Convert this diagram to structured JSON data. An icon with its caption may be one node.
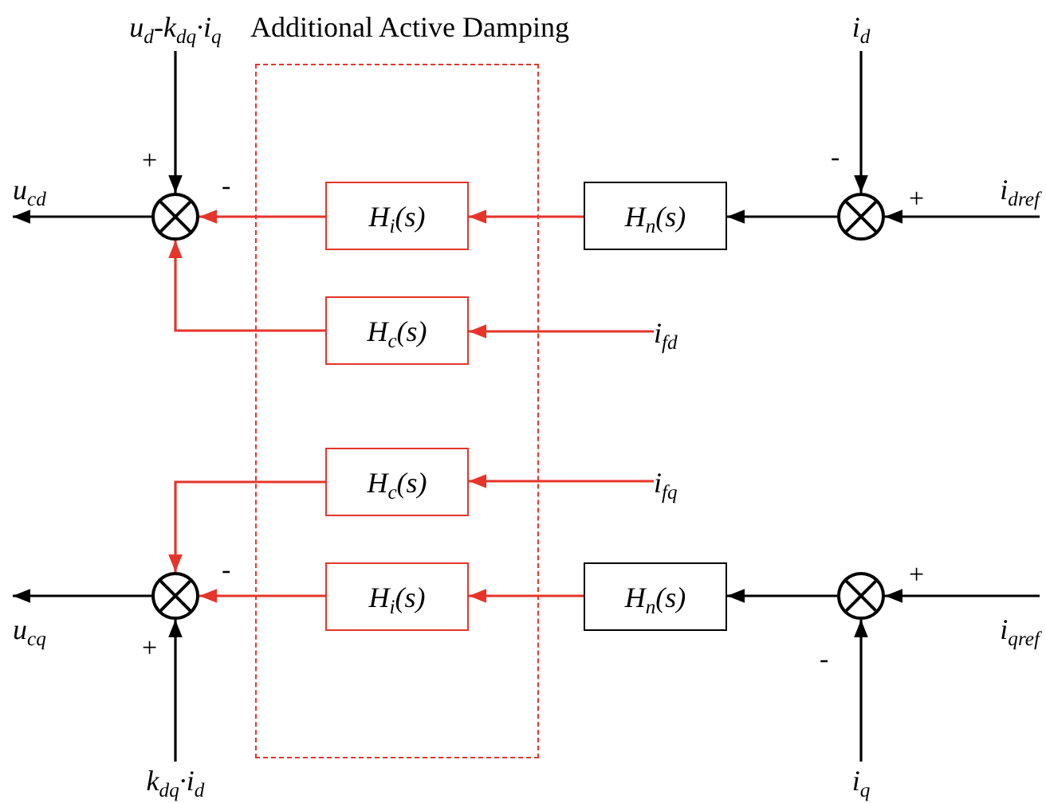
{
  "diagram": {
    "nodes": [
      {
        "text": [
          "Additional Active Damping"
        ]
      },
      {
        "text": [
          "u$_{d}$-k$_{dq}$·i$_{q}$"
        ]
      },
      {
        "text": [
          "i$_{d}$"
        ]
      },
      {
        "text": [],
        "shape": "circle"
      },
      {
        "text": [
          "H$_{i}$(s)"
        ],
        "in": 0
      },
      {
        "text": [
          "H$_{n}$(s)"
        ]
      },
      {
        "text": [],
        "shape": "circle"
      },
      {
        "text": [
          "i$_{dref}$"
        ]
      },
      {
        "text": [
          "u$_{cd}$"
        ]
      },
      {
        "text": [
          "H$_{c}$(s)"
        ],
        "in": 0
      },
      {
        "text": [
          "i$_{fd}$"
        ]
      },
      {
        "text": [
          "H$_{c}$(s)"
        ],
        "in": 0
      },
      {
        "text": [
          "i$_{fq}$"
        ]
      },
      {
        "text": [
          "u$_{cq}$"
        ]
      },
      {
        "text": [],
        "shape": "circle"
      },
      {
        "text": [
          "H$_{i}$(s)"
        ],
        "in": 0
      },
      {
        "text": [
          "H$_{n}$(s)"
        ]
      },
      {
        "text": [],
        "shape": "circle"
      },
      {
        "text": [
          "i$_{qref}$"
        ]
      },
      {
        "text": [
          "k$_{dq}$·i$_{d}$"
        ]
      },
      {
        "text": [
          "i$_{q}$"
        ]
      }
    ],
    "edges": [
      {
        "from": 1,
        "to": 3,
        "arrow": "to"
      },
      {
        "from": 2,
        "to": 6,
        "arrow": "to"
      },
      {
        "from": 7,
        "to": 6,
        "arrow": "to"
      },
      {
        "from": 6,
        "to": 5,
        "arrow": "to"
      },
      {
        "from": 5,
        "to": 4,
        "arrow": "to",
        "color": "#e5352b"
      },
      {
        "from": 4,
        "to": 3,
        "arrow": "to",
        "color": "#e5352b"
      },
      {
        "from": 3,
        "to": 8,
        "arrow": "to"
      },
      {
        "from": 10,
        "to": 9,
        "arrow": "to",
        "color": "#e5352b"
      },
      {
        "from": 9,
        "to": 3,
        "arrow": "to",
        "color": "#e5352b"
      },
      {
        "from": 12,
        "to": 11,
        "arrow": "to",
        "color": "#e5352b"
      },
      {
        "from": 11,
        "to": 14,
        "arrow": "to",
        "color": "#e5352b"
      },
      {
        "from": 15,
        "to": 14,
        "arrow": "to",
        "color": "#e5352b"
      },
      {
        "from": 16,
        "to": 15,
        "arrow": "to",
        "color": "#e5352b"
      },
      {
        "from": 17,
        "to": 16,
        "arrow": "to"
      },
      {
        "from": 18,
        "to": 17,
        "arrow": "to"
      },
      {
        "from": 20,
        "to": 17,
        "arrow": "to"
      },
      {
        "from": 19,
        "to": 14,
        "arrow": "to"
      },
      {
        "from": 14,
        "to": 13,
        "arrow": "to"
      }
    ],
    "labels": [
      "+",
      "-",
      "-",
      "+",
      "-",
      "+",
      "+",
      "-"
    ]
  }
}
